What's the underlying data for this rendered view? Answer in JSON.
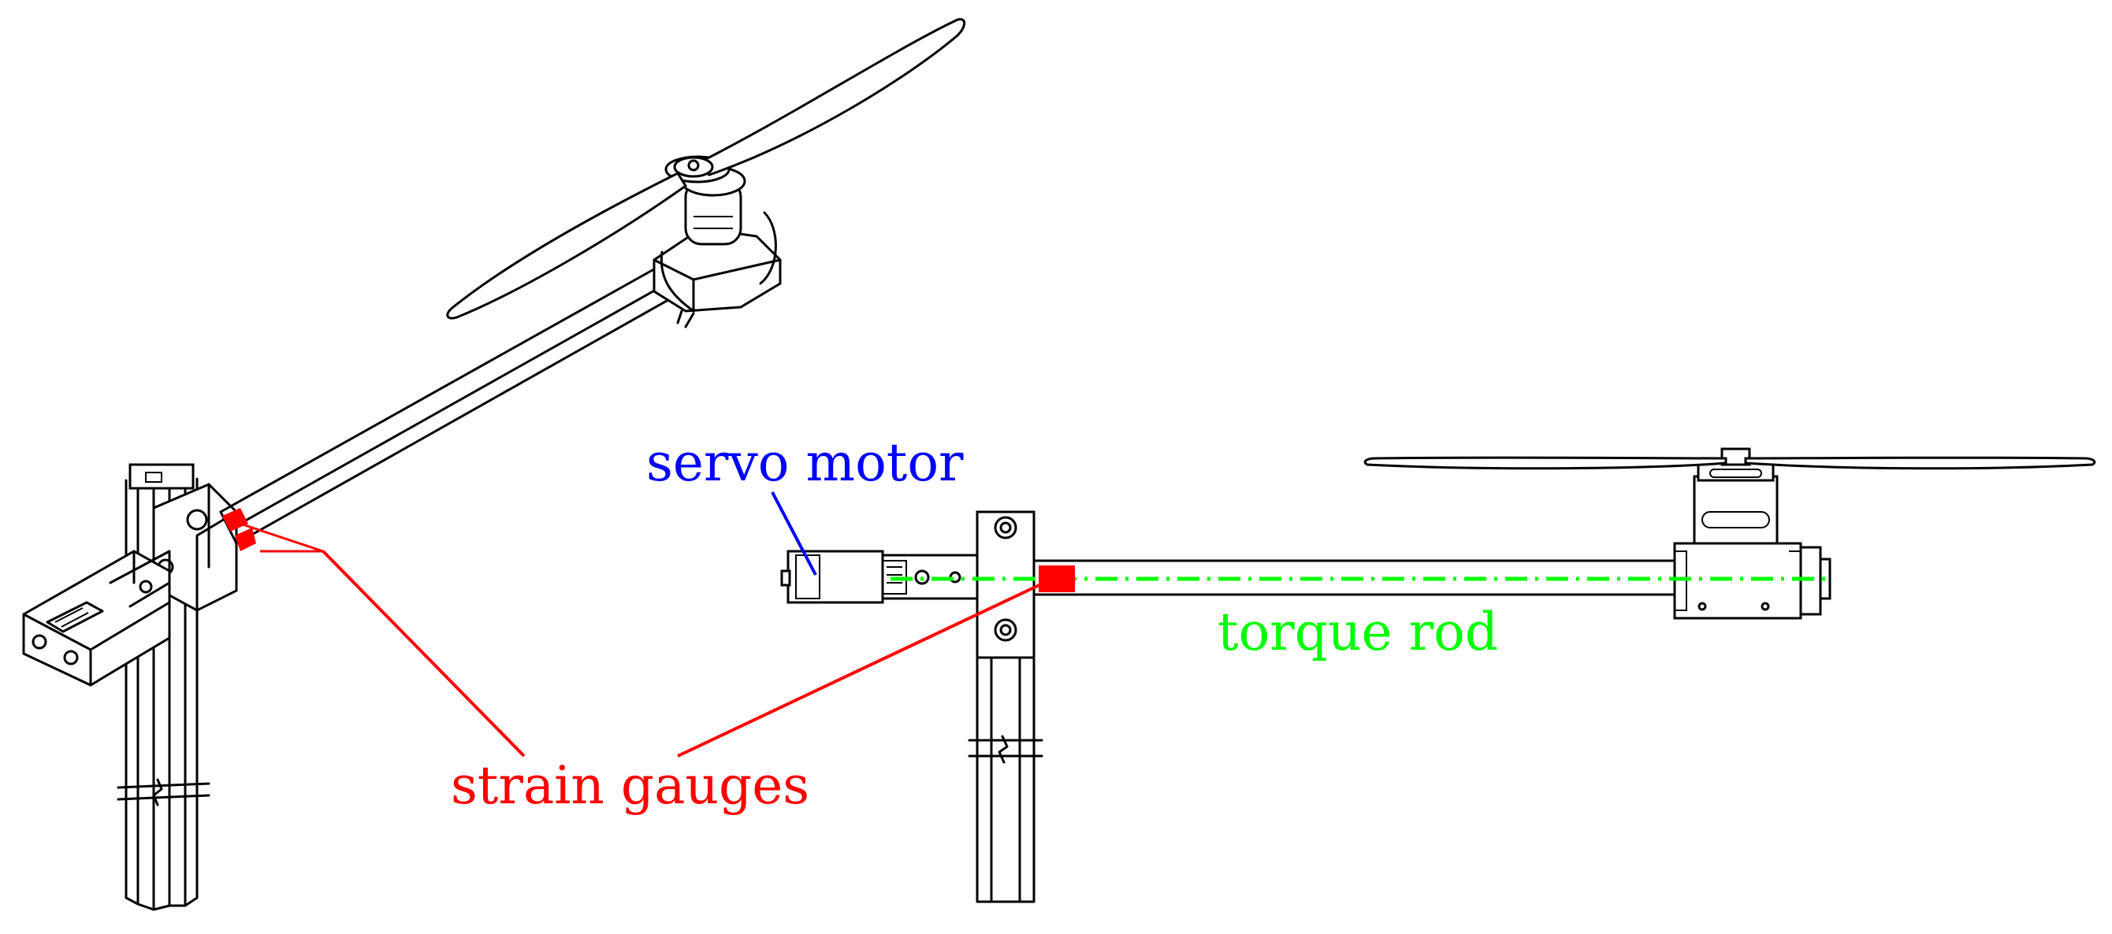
{
  "labels": {
    "servo_motor": "servo motor",
    "torque_rod": "torque rod",
    "strain_gauges": "strain gauges"
  },
  "colors": {
    "servo_motor": "#0000ff",
    "torque_rod": "#00ff00",
    "strain_gauges": "#ff0000",
    "line_art": "#000000"
  }
}
